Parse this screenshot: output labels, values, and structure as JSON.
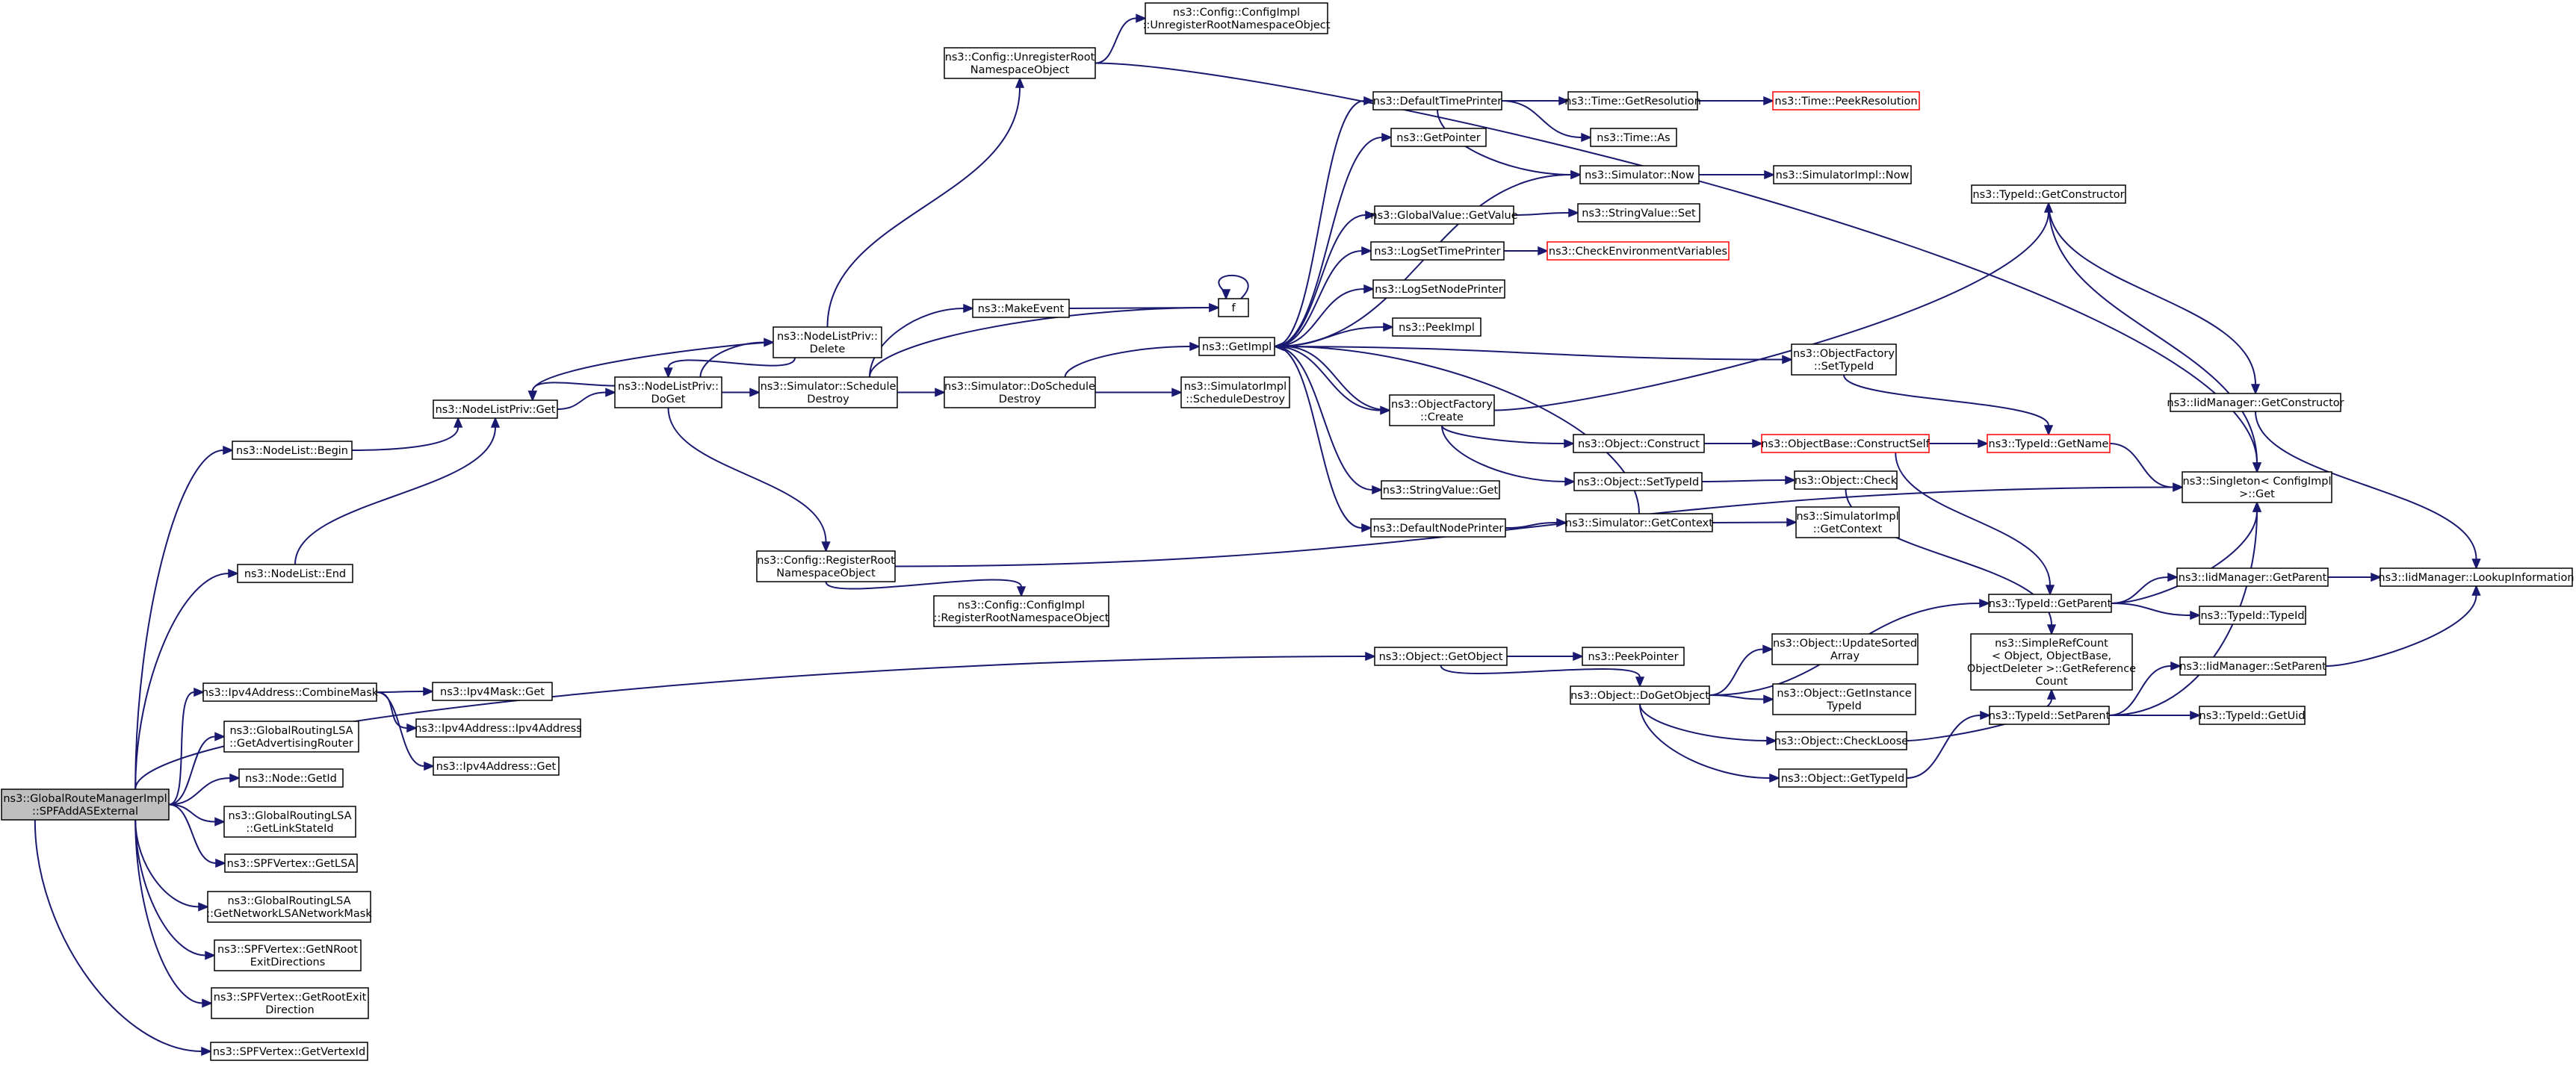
{
  "colors": {
    "edge": "#191970",
    "node_border": "#000000",
    "truncated_border": "#ff0000",
    "root_fill": "#bfbfbf",
    "background": "#ffffff"
  },
  "nodes": {
    "root": {
      "lines": [
        "ns3::GlobalRouteManagerImpl",
        "::SPFAddASExternal"
      ],
      "kind": "root"
    },
    "nl_begin": {
      "lines": [
        "ns3::NodeList::Begin"
      ]
    },
    "nl_end": {
      "lines": [
        "ns3::NodeList::End"
      ]
    },
    "combine": {
      "lines": [
        "ns3::Ipv4Address::CombineMask"
      ]
    },
    "advrouter": {
      "lines": [
        "ns3::GlobalRoutingLSA",
        "::GetAdvertisingRouter"
      ]
    },
    "node_getid": {
      "lines": [
        "ns3::Node::GetId"
      ]
    },
    "linkstate": {
      "lines": [
        "ns3::GlobalRoutingLSA",
        "::GetLinkStateId"
      ]
    },
    "getlsa": {
      "lines": [
        "ns3::SPFVertex::GetLSA"
      ]
    },
    "netmask": {
      "lines": [
        "ns3::GlobalRoutingLSA",
        "::GetNetworkLSANetworkMask"
      ]
    },
    "nroot": {
      "lines": [
        "ns3::SPFVertex::GetNRoot",
        "ExitDirections"
      ]
    },
    "rootexit": {
      "lines": [
        "ns3::SPFVertex::GetRootExit",
        "Direction"
      ]
    },
    "vertexid": {
      "lines": [
        "ns3::SPFVertex::GetVertexId"
      ]
    },
    "nlp_get": {
      "lines": [
        "ns3::NodeListPriv::Get"
      ]
    },
    "mask_get": {
      "lines": [
        "ns3::Ipv4Mask::Get"
      ]
    },
    "ipv4addr": {
      "lines": [
        "ns3::Ipv4Address::Ipv4Address"
      ]
    },
    "ipv4get": {
      "lines": [
        "ns3::Ipv4Address::Get"
      ]
    },
    "nlp_doget": {
      "lines": [
        "ns3::NodeListPriv::",
        "DoGet"
      ]
    },
    "nlp_delete": {
      "lines": [
        "ns3::NodeListPriv::",
        "Delete"
      ]
    },
    "sched_destroy": {
      "lines": [
        "ns3::Simulator::Schedule",
        "Destroy"
      ]
    },
    "reg_root": {
      "lines": [
        "ns3::Config::RegisterRoot",
        "NamespaceObject"
      ]
    },
    "unreg_root": {
      "lines": [
        "ns3::Config::UnregisterRoot",
        "NamespaceObject"
      ]
    },
    "ci_unreg": {
      "lines": [
        "ns3::Config::ConfigImpl",
        "::UnregisterRootNamespaceObject"
      ]
    },
    "ci_reg": {
      "lines": [
        "ns3::Config::ConfigImpl",
        "::RegisterRootNamespaceObject"
      ]
    },
    "makeevent": {
      "lines": [
        "ns3::MakeEvent"
      ]
    },
    "do_sched_destroy": {
      "lines": [
        "ns3::Simulator::DoSchedule",
        "Destroy"
      ]
    },
    "f": {
      "lines": [
        "f"
      ]
    },
    "getimpl": {
      "lines": [
        "ns3::GetImpl"
      ]
    },
    "si_sched_destroy": {
      "lines": [
        "ns3::SimulatorImpl",
        "::ScheduleDestroy"
      ]
    },
    "def_time_printer": {
      "lines": [
        "ns3::DefaultTimePrinter"
      ]
    },
    "getpointer": {
      "lines": [
        "ns3::GetPointer"
      ]
    },
    "gv_getvalue": {
      "lines": [
        "ns3::GlobalValue::GetValue"
      ]
    },
    "logsettime": {
      "lines": [
        "ns3::LogSetTimePrinter"
      ]
    },
    "logsetnode": {
      "lines": [
        "ns3::LogSetNodePrinter"
      ]
    },
    "peekimpl": {
      "lines": [
        "ns3::PeekImpl"
      ]
    },
    "of_create": {
      "lines": [
        "ns3::ObjectFactory",
        "::Create"
      ]
    },
    "sv_get": {
      "lines": [
        "ns3::StringValue::Get"
      ]
    },
    "def_node_printer": {
      "lines": [
        "ns3::DefaultNodePrinter"
      ]
    },
    "time_getres": {
      "lines": [
        "ns3::Time::GetResolution"
      ]
    },
    "time_as": {
      "lines": [
        "ns3::Time::As"
      ]
    },
    "sim_now": {
      "lines": [
        "ns3::Simulator::Now"
      ]
    },
    "sv_set": {
      "lines": [
        "ns3::StringValue::Set"
      ]
    },
    "check_env": {
      "lines": [
        "ns3::CheckEnvironmentVariables"
      ],
      "kind": "truncated"
    },
    "obj_construct": {
      "lines": [
        "ns3::Object::Construct"
      ]
    },
    "obj_settypeid": {
      "lines": [
        "ns3::Object::SetTypeId"
      ]
    },
    "sim_getcontext": {
      "lines": [
        "ns3::Simulator::GetContext"
      ]
    },
    "time_peekres": {
      "lines": [
        "ns3::Time::PeekResolution"
      ],
      "kind": "truncated"
    },
    "si_now": {
      "lines": [
        "ns3::SimulatorImpl::Now"
      ]
    },
    "of_settypeid": {
      "lines": [
        "ns3::ObjectFactory",
        "::SetTypeId"
      ]
    },
    "ob_constructself": {
      "lines": [
        "ns3::ObjectBase::ConstructSelf"
      ],
      "kind": "truncated"
    },
    "obj_check": {
      "lines": [
        "ns3::Object::Check"
      ]
    },
    "si_getcontext": {
      "lines": [
        "ns3::SimulatorImpl",
        "::GetContext"
      ]
    },
    "tid_getctor": {
      "lines": [
        "ns3::TypeId::GetConstructor"
      ]
    },
    "tid_getname": {
      "lines": [
        "ns3::TypeId::GetName"
      ],
      "kind": "truncated"
    },
    "iid_getctor": {
      "lines": [
        "ns3::IidManager::GetConstructor"
      ]
    },
    "singleton_get": {
      "lines": [
        "ns3::Singleton< ConfigImpl",
        " >::Get"
      ]
    },
    "obj_getobject": {
      "lines": [
        "ns3::Object::GetObject"
      ]
    },
    "peekpointer": {
      "lines": [
        "ns3::PeekPointer"
      ]
    },
    "obj_dogetobject": {
      "lines": [
        "ns3::Object::DoGetObject"
      ]
    },
    "obj_updatesorted": {
      "lines": [
        "ns3::Object::UpdateSorted",
        "Array"
      ]
    },
    "obj_getinstance": {
      "lines": [
        "ns3::Object::GetInstance",
        "TypeId"
      ]
    },
    "obj_checkloose": {
      "lines": [
        "ns3::Object::CheckLoose"
      ]
    },
    "obj_gettypeid": {
      "lines": [
        "ns3::Object::GetTypeId"
      ]
    },
    "tid_getparent": {
      "lines": [
        "ns3::TypeId::GetParent"
      ]
    },
    "simplerefcount": {
      "lines": [
        "ns3::SimpleRefCount",
        "< Object, ObjectBase,",
        " ObjectDeleter >::GetReference",
        "Count"
      ]
    },
    "tid_setparent": {
      "lines": [
        "ns3::TypeId::SetParent"
      ]
    },
    "iid_getparent": {
      "lines": [
        "ns3::IidManager::GetParent"
      ]
    },
    "tid_typeid": {
      "lines": [
        "ns3::TypeId::TypeId"
      ]
    },
    "iid_setparent": {
      "lines": [
        "ns3::IidManager::SetParent"
      ]
    },
    "tid_getuid": {
      "lines": [
        "ns3::TypeId::GetUid"
      ]
    },
    "iid_lookup": {
      "lines": [
        "ns3::IidManager::LookupInformation"
      ]
    }
  }
}
